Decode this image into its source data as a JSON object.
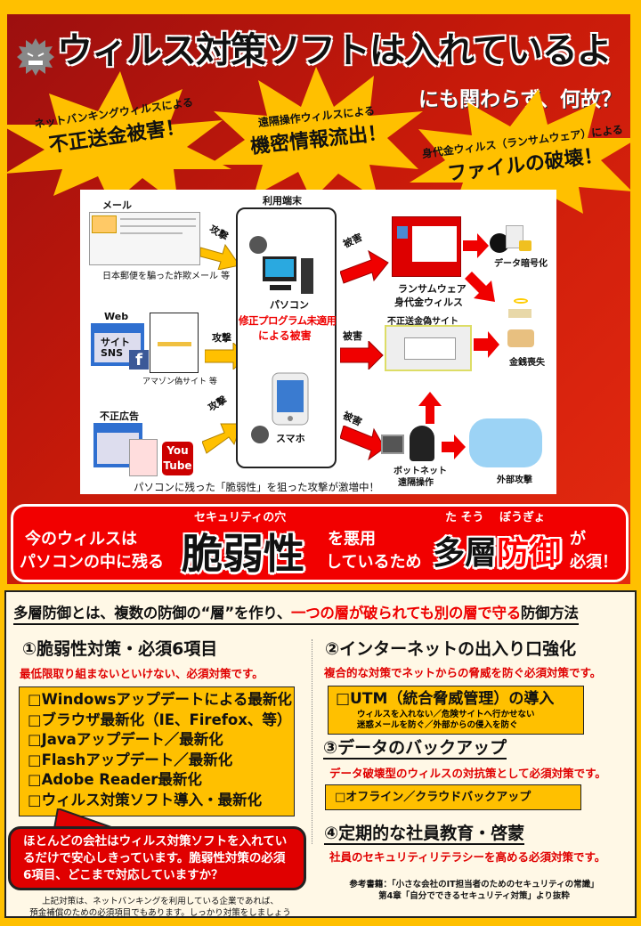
{
  "header": {
    "title": "ウィルス対策ソフトは入れているよ",
    "subtitle": "にも関わらず、何故？"
  },
  "threats": [
    {
      "small": "ネットバンキングウィルスによる",
      "big": "不正送金被害！"
    },
    {
      "small": "遠隔操作ウィルスによる",
      "big": "機密情報流出！"
    },
    {
      "small": "身代金ウィルス（ランサムウェア）による",
      "big": "ファイルの破壊！"
    }
  ],
  "diagram": {
    "mail_label": "メール",
    "mail_caption": "日本郵便を騙った詐欺メール 等",
    "web_label": "Web",
    "web_site": "サイト",
    "web_sns": "SNS",
    "web_caption": "アマゾン偽サイト 等",
    "ad_label": "不正広告",
    "youtube": "You Tube",
    "attack": "攻撃",
    "damage": "被害",
    "terminal_label": "利用端末",
    "pc": "パソコン",
    "unpatched_1": "修正プログラム未適用",
    "unpatched_2": "による被害",
    "phone": "スマホ",
    "ransom_1": "ランサムウェア",
    "ransom_2": "身代金ウィルス",
    "encrypt": "データ暗号化",
    "fake_site": "不正送金偽サイト",
    "money_loss": "金銭喪失",
    "botnet_1": "ボットネット",
    "botnet_2": "遠隔操作",
    "external": "外部攻撃",
    "caption": "パソコンに残った「脆弱性」を狙った攻撃が激増中！"
  },
  "banner": {
    "left_1": "今のウィルスは",
    "left_2": "パソコンの中に残る",
    "ruby_1": "セキュリティの穴",
    "word_1": "脆弱性",
    "mid_1": "を悪用",
    "mid_2": "しているため",
    "ruby_2": "た そう　 ぼうぎょ",
    "word_2a": "多層",
    "word_2b": "防御",
    "end_1": "が",
    "end_2": "必須！"
  },
  "definition": {
    "part1": "多層防御とは、複数の防御の“層”を作り、",
    "part2": "一つの層が破られても別の層で守る",
    "part3": "防御方法"
  },
  "section1": {
    "title": "①脆弱性対策・必須6項目",
    "desc": "最低限取り組まないといけない、必須対策です。",
    "items": [
      "□Windowsアップデートによる最新化",
      "□ブラウザ最新化（IE、Firefox、等）",
      "□Javaアップデート／最新化",
      "□Flashアップデート／最新化",
      "□Adobe Reader最新化",
      "□ウィルス対策ソフト導入・最新化"
    ],
    "callout": "ほとんどの会社はウィルス対策ソフトを入れているだけで安心しきっています。脆弱性対策の必須6項目、どこまで対応していますか？",
    "note_1": "上記対策は、ネットバンキングを利用している企業であれば、",
    "note_2": "預金補償のための必須項目でもあります。しっかり対策をしましょう"
  },
  "section2": {
    "title": "②インターネットの出入り口強化",
    "desc": "複合的な対策でネットからの脅威を防ぐ必須対策です。",
    "item": "□UTM（統合脅威管理）の導入",
    "sub_1": "ウィルスを入れない／危険サイトへ行かせない",
    "sub_2": "迷惑メールを防ぐ／外部からの侵入を防ぐ"
  },
  "section3": {
    "title": "③データのバックアップ",
    "desc": "データ破壊型のウィルスの対抗策として必須対策です。",
    "item": "□オフライン／クラウドバックアップ"
  },
  "section4": {
    "title": "④定期的な社員教育・啓蒙",
    "desc": "社員のセキュリティリテラシーを高める必須対策です。"
  },
  "reference": {
    "line_1": "参考書籍：「小さな会社のIT担当者のためのセキュリティの常識」",
    "line_2": "第4章「自分でできるセキュリティ対策」より抜粋"
  },
  "colors": {
    "background": "#ffc000",
    "red": "#e00000",
    "panel": "#fff8e6"
  }
}
